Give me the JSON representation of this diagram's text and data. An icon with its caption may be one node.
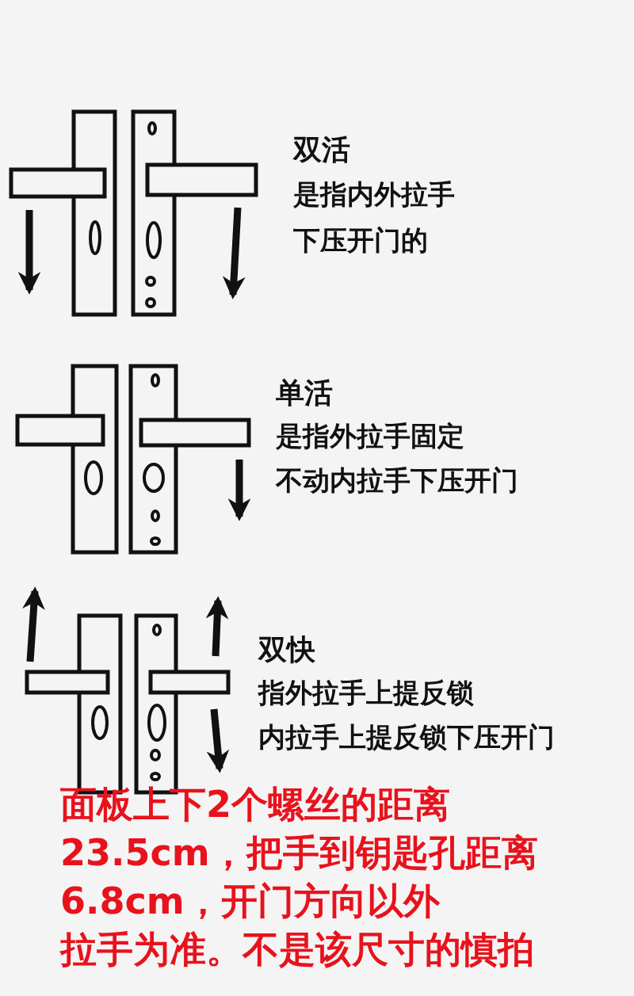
{
  "diagram": {
    "labels": [
      "双活",
      "是指内外拉手下压开门的",
      "单活",
      "是指外拉手固定不动内拉手下压开门",
      "双快",
      "指外拉手上提反锁内拉手上提反锁下压开门",
      "面板上下2个螺丝的距离23.5cm，把手到钥匙孔距离6.8cm，开门方向以外拉手为准。不是该尺寸的慎拍"
    ]
  }
}
